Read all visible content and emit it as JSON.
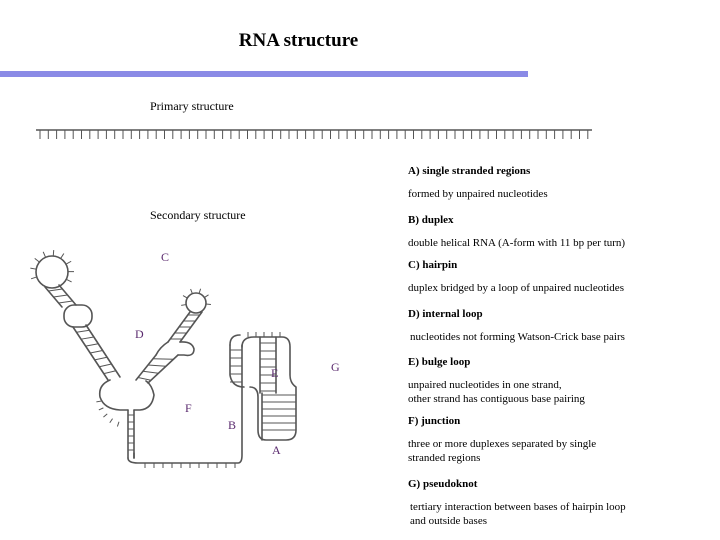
{
  "title": "RNA structure",
  "accent_color": "#8a8ae6",
  "primary_structure": {
    "label": "Primary structure"
  },
  "secondary_structure": {
    "label": "Secondary structure"
  },
  "diagram_letters": {
    "a": "A",
    "b": "B",
    "c": "C",
    "d": "D",
    "e": "E",
    "f": "F",
    "g": "G"
  },
  "legend": [
    {
      "heading": "A) single stranded regions",
      "description": "formed by unpaired nucleotides"
    },
    {
      "heading": "B) duplex",
      "description": "double helical RNA (A-form with 11 bp per turn)"
    },
    {
      "heading": "C) hairpin",
      "description": "duplex bridged by a loop of unpaired nucleotides"
    },
    {
      "heading": "D) internal loop",
      "description": "nucleotides not forming Watson-Crick base pairs"
    },
    {
      "heading": "E) bulge loop",
      "description_lines": [
        "unpaired nucleotides in one strand,",
        "other strand has contiguous base pairing"
      ]
    },
    {
      "heading": "F) junction",
      "description_lines": [
        "three or more duplexes separated by single",
        "stranded regions"
      ]
    },
    {
      "heading": "G) pseudoknot",
      "description_lines": [
        "tertiary interaction between bases of hairpin loop",
        "and outside bases"
      ]
    }
  ]
}
